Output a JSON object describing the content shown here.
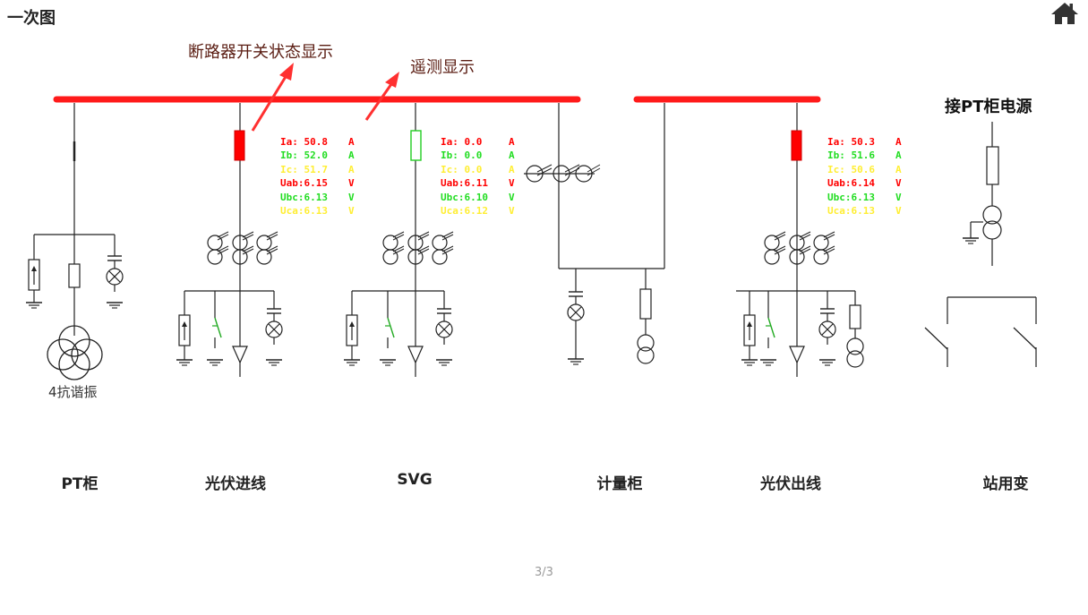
{
  "header": {
    "title": "一次图",
    "home_icon": "home-icon"
  },
  "annotations": {
    "breaker_status": "断路器开关状态显示",
    "telemetry": "遥测显示"
  },
  "labels": {
    "pt_source": "接PT柜电源",
    "harmonic": "4抗谐振"
  },
  "cabinets": {
    "pt": "PT柜",
    "pv_in": "光伏进线",
    "svg": "SVG",
    "metering": "计量柜",
    "pv_out": "光伏出线",
    "station": "站用变"
  },
  "measurements": {
    "pv_in": {
      "breaker": "closed",
      "ia": "Ia: 50.8",
      "ia_unit": "A",
      "ib": "Ib: 52.0",
      "ib_unit": "A",
      "ic": "Ic: 51.7",
      "ic_unit": "A",
      "uab": "Uab:6.15",
      "uab_unit": "V",
      "ubc": "Ubc:6.13",
      "ubc_unit": "V",
      "uca": "Uca:6.13",
      "uca_unit": "V"
    },
    "svg": {
      "breaker": "open",
      "ia": "Ia: 0.0",
      "ia_unit": "A",
      "ib": "Ib: 0.0",
      "ib_unit": "A",
      "ic": "Ic: 0.0",
      "ic_unit": "A",
      "uab": "Uab:6.11",
      "uab_unit": "V",
      "ubc": "Ubc:6.10",
      "ubc_unit": "V",
      "uca": "Uca:6.12",
      "uca_unit": "V"
    },
    "pv_out": {
      "breaker": "closed",
      "ia": "Ia: 50.3",
      "ia_unit": "A",
      "ib": "Ib: 51.6",
      "ib_unit": "A",
      "ic": "Ic: 50.6",
      "ic_unit": "A",
      "uab": "Uab:6.14",
      "uab_unit": "V",
      "ubc": "Ubc:6.13",
      "ubc_unit": "V",
      "uca": "Uca:6.13",
      "uca_unit": "V"
    }
  },
  "colors": {
    "busbar": "#ff1a1a",
    "breaker_closed": "#ff0000",
    "breaker_open": "#22cc22",
    "phase_a": "#ff0000",
    "phase_b": "#22dd22",
    "phase_c": "#ffee33",
    "annotation_arrow": "#ff3030"
  },
  "pager": "3/3"
}
